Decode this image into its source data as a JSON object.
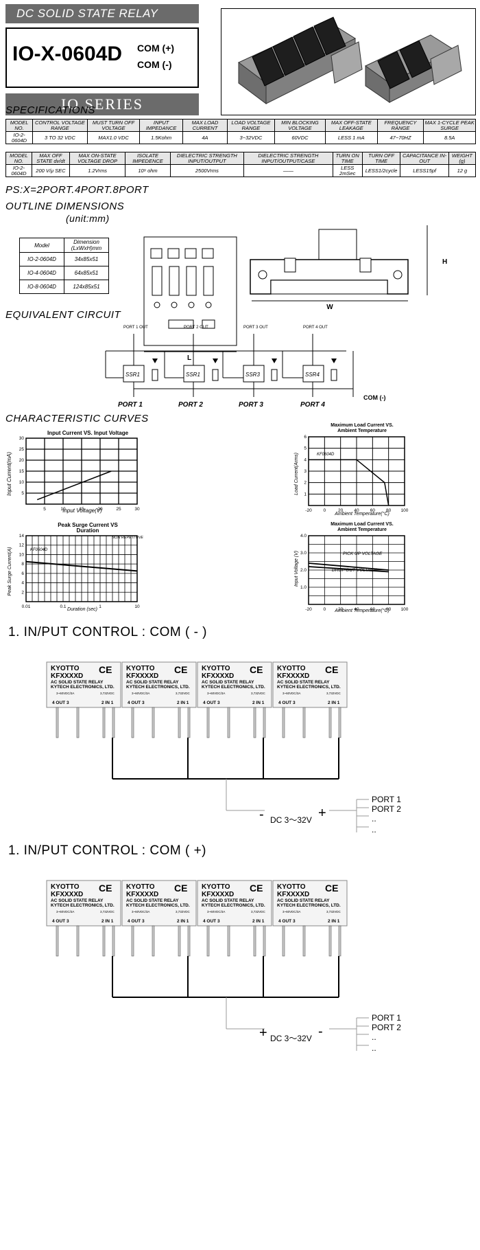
{
  "header": {
    "banner": "DC SOLID STATE RELAY",
    "model": "IO-X-0604D",
    "com_plus": "COM (+)",
    "com_minus": "COM (-)",
    "series": "IO SERIES"
  },
  "spec_title": "SPECIFICATIONS",
  "spec1": {
    "headers": [
      "MODEL NO.",
      "CONTROL VOLTAGE RANGE",
      "MUST TURN OFF VOLTAGE",
      "INPUT IMPEDANCE",
      "MAX LOAD CURRENT",
      "LOAD VOLTAGE RANGE",
      "MIN BLOCKING VOLTAGE",
      "MAX OFF-STATE LEAKAGE",
      "FREQUENCY RANGE",
      "MAX 1-CYCLE PEAK SURGE"
    ],
    "row": [
      "IO-2-0604D",
      "3 TO 32 VDC",
      "MAX1.0 VDC",
      "1.5Kohm",
      "4A",
      "3~32VDC",
      "60VDC",
      "LESS 1 mA",
      "47~70HZ",
      "8.5A"
    ]
  },
  "spec2": {
    "headers": [
      "MODEL NO.",
      "MAX OFF STATE dv/dt",
      "MAX ON-STATE VOLTAGE DROP",
      "ISOLATE IMPEDENCE",
      "DIELECTRIC STRENGTH INPUT/OUTPUT",
      "DIELECTRIC STRENGTH INPUT/OUTPUT/CASE",
      "TURN ON TIME",
      "TURN OFF TIME",
      "CAPACITANCE IN-OUT",
      "WEIGHT (g)"
    ],
    "row": [
      "IO-2-0604D",
      "200 V/μ SEC",
      "1.2Vrms",
      "10⁹ ohm",
      "2500Vrms",
      "——",
      "LESS 2mSec",
      "LESS1/2cycle",
      "LESS15pf",
      "12 g"
    ]
  },
  "ps": "PS:X=2PORT.4PORT.8PORT",
  "outline": {
    "title": "OUTLINE DIMENSIONS",
    "unit": "(unit:mm)",
    "headers": [
      "Model",
      "Dimension (LxWxH)mm"
    ],
    "rows": [
      [
        "IO-2-0604D",
        "34x85x51"
      ],
      [
        "IO-4-0604D",
        "64x85x51"
      ],
      [
        "IO-8-0604D",
        "124x85x51"
      ]
    ],
    "L": "L",
    "W": "W",
    "H": "H"
  },
  "circuit": {
    "title": "EQUIVALENT  CIRCUIT",
    "ports": [
      {
        "top": "PORT 1 OUT",
        "ssr": "SSR1",
        "label": "PORT 1"
      },
      {
        "top": "PORT 2 OUT",
        "ssr": "SSR1",
        "label": "PORT 2"
      },
      {
        "top": "PORT 3 OUT",
        "ssr": "SSR3",
        "label": "PORT 3"
      },
      {
        "top": "PORT 4 OUT",
        "ssr": "SSR4",
        "label": "PORT 4"
      }
    ],
    "com": "COM (-)"
  },
  "curves": {
    "title": "CHARACTERISTIC  CURVES",
    "c1": {
      "title": "Input Current VS. Input Voltage",
      "xlabel": "Input  Voltage(V)",
      "ylabel": "Input Current(mA)",
      "x_ticks": [
        "5",
        "10",
        "15",
        "20",
        "25",
        "30"
      ],
      "y_ticks": [
        "5",
        "10",
        "15",
        "20",
        "25",
        "30"
      ]
    },
    "c2": {
      "title": "Maximum Load Current VS.",
      "title2": "Ambient  Temperature",
      "xlabel": "Ambient Temperature(°C)",
      "ylabel": "Load Current(Arms)",
      "series": "KF0604D",
      "x_ticks": [
        "-20",
        "0",
        "20",
        "40",
        "60",
        "80",
        "100"
      ],
      "y_ticks": [
        "1",
        "2",
        "3",
        "4",
        "5",
        "6"
      ]
    },
    "c3": {
      "title": "Peak Surge Current VS",
      "title2": "Duration",
      "xlabel": "Duration (sec)",
      "ylabel": "Peak Surge Current(A)",
      "series": "KF0604D",
      "note": "NON  REPETITIVE",
      "x_ticks": [
        "0.01",
        "0.1",
        "1",
        "10"
      ],
      "y_ticks": [
        "2",
        "4",
        "6",
        "8",
        "10",
        "12",
        "14"
      ]
    },
    "c4": {
      "title": "Maximum Load Current VS.",
      "title2": "Ambient  Temperature",
      "xlabel": "Ambient Temperature(°C)",
      "ylabel": "Input Voltage (V)",
      "pick": "PICK UP VOLTAGE",
      "drop": "DROP OUT VOLTAGE",
      "x_ticks": [
        "-20",
        "0",
        "20",
        "40",
        "60",
        "80",
        "100"
      ],
      "y_ticks": [
        "1.0",
        "2.0",
        "3.0",
        "4.0"
      ]
    }
  },
  "chart_data": [
    {
      "type": "line",
      "title": "Input Current VS. Input Voltage",
      "xlabel": "Input  Voltage(V)",
      "ylabel": "Input Current(mA)",
      "xlim": [
        0,
        30
      ],
      "ylim": [
        0,
        30
      ],
      "series": [
        {
          "x": [
            3,
            23
          ],
          "y": [
            2,
            15
          ]
        }
      ]
    },
    {
      "type": "line",
      "title": "Maximum Load Current VS. Ambient  Temperature",
      "xlabel": "Ambient Temperature(°C)",
      "ylabel": "Load Current(Arms)",
      "xlim": [
        -20,
        100
      ],
      "ylim": [
        0,
        6
      ],
      "series": [
        {
          "name": "KF0604D",
          "x": [
            -20,
            40,
            75,
            80
          ],
          "y": [
            4,
            4,
            2,
            0
          ]
        }
      ]
    },
    {
      "type": "line",
      "title": "Peak Surge Current VS Duration",
      "xlabel": "Duration (sec)",
      "ylabel": "Peak Surge Current(A)",
      "xlim": [
        0.01,
        10
      ],
      "ylim": [
        0,
        14
      ],
      "log_x": true,
      "series": [
        {
          "name": "KF0604D",
          "x": [
            0.01,
            10
          ],
          "y": [
            8.5,
            6.5
          ]
        }
      ]
    },
    {
      "type": "line",
      "title": "Maximum Load Current VS. Ambient  Temperature",
      "xlabel": "Ambient Temperature(°C)",
      "ylabel": "Input Voltage (V)",
      "xlim": [
        -20,
        100
      ],
      "ylim": [
        0,
        4
      ],
      "series": [
        {
          "name": "PICK UP VOLTAGE",
          "x": [
            -20,
            80
          ],
          "y": [
            2.4,
            2.0
          ]
        },
        {
          "name": "DROP OUT VOLTAGE",
          "x": [
            -20,
            80
          ],
          "y": [
            2.2,
            1.9
          ]
        }
      ]
    }
  ],
  "wiring1": {
    "title": "1. IN/PUT CONTROL : COM ( - )",
    "brand": "KYOTTO",
    "part": "KFXXXXD",
    "desc1": "AC SOLID STATE  RELAY",
    "desc2": "KYTECH ELECTRONICS, LTD.",
    "spec_l": "3~60VDC/3A",
    "spec_r": "3,732VDC",
    "pins_l": "4   OUT   3",
    "pins_r": "2  IN 1",
    "minus": "-",
    "plus": "+",
    "dc": "DC 3～32V",
    "ports": [
      "PORT 1",
      "PORT 2",
      "..",
      ".."
    ]
  },
  "wiring2": {
    "title": "1. IN/PUT CONTROL : COM ( +)",
    "plus": "+",
    "minus": "-",
    "dc": "DC 3～32V",
    "ports": [
      "PORT 1",
      "PORT 2",
      "..",
      ".."
    ]
  }
}
